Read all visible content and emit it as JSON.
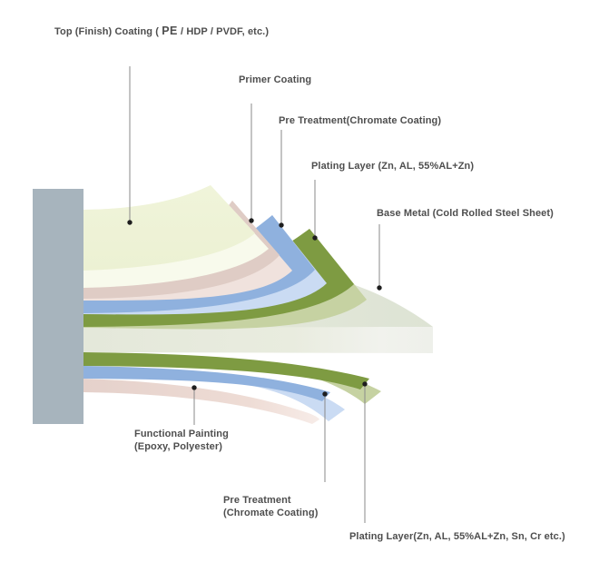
{
  "diagram": {
    "labels": {
      "top_coating_prefix": "Top (Finish) Coating ( ",
      "top_coating_pe": "PE",
      "top_coating_suffix": "  / HDP / PVDF, etc.)",
      "primer": "Primer Coating",
      "pre_treatment_top": "Pre Treatment(Chromate Coating)",
      "plating_top": "Plating Layer (Zn, AL, 55%AL+Zn)",
      "base_metal": "Base Metal (Cold Rolled Steel Sheet)",
      "functional_painting": "Functional Painting\n(Epoxy, Polyester)",
      "pre_treatment_bottom": "Pre Treatment\n(Chromate Coating)",
      "plating_bottom": "Plating Layer(Zn, AL, 55%AL+Zn, Sn, Cr etc.)"
    },
    "colors": {
      "top_coating": {
        "face": "#eef3d7",
        "edge": "#f8faec"
      },
      "primer": {
        "face": "#dfccc5",
        "edge": "#f0e2dd"
      },
      "pre_treatment": {
        "face": "#8fb1de",
        "edge": "#cadbf3"
      },
      "plating": {
        "face": "#7e9b42",
        "edge": "#c6d2a2"
      },
      "base_metal": {
        "band": "#e4e8da",
        "front": "#f0f2ec",
        "top": "#e2e7d9"
      },
      "block": "#a7b4bd",
      "leader_line": "#8a8a8a",
      "dot": "#1e1e1e",
      "text": "#4e4e4e"
    }
  }
}
